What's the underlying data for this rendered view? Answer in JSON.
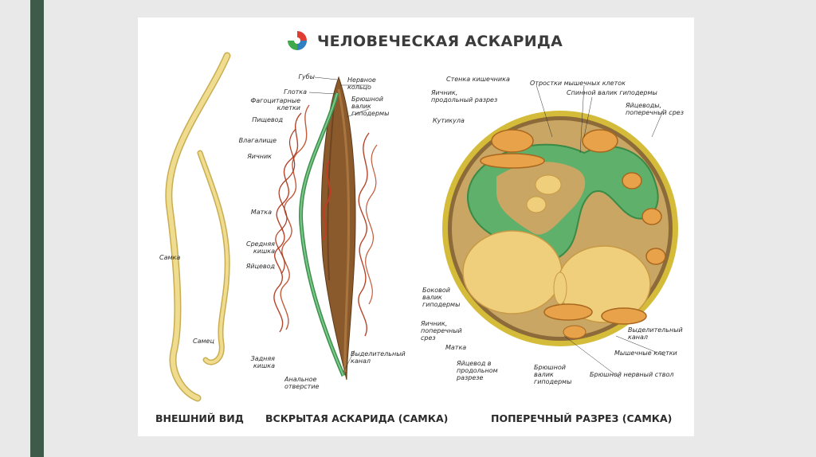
{
  "title": "ЧЕЛОВЕЧЕСКАЯ АСКАРИДА",
  "captions": {
    "external": "ВНЕШНИЙ ВИД",
    "opened": "ВСКРЫТАЯ АСКАРИДА (САМКА)",
    "cross": "ПОПЕРЕЧНЫЙ РАЗРЕЗ (САМКА)"
  },
  "labels_external": {
    "female": "Самка",
    "male": "Самец"
  },
  "labels_opened_left": {
    "lips": "Губы",
    "pharynx": "Глотка",
    "phagocytic": "Фагоцитарные\nклетки",
    "esophagus": "Пищевод",
    "vagina": "Влагалище",
    "ovary": "Яичник",
    "uterus": "Матка",
    "midgut": "Средняя\nкишка",
    "oviduct": "Яйцевод",
    "hindgut": "Задняя\nкишка",
    "anus": "Анальное\nотверстие"
  },
  "labels_opened_right": {
    "nerve_ring": "Нервное\nкольцо",
    "ventral_ridge": "Брюшной\nвалик\nгиподермы",
    "excretory": "Выделительный\nканал"
  },
  "labels_cross": {
    "gut_wall": "Стенка кишечника",
    "muscle_processes": "Отростки мышечных клеток",
    "dorsal_ridge": "Спинной валик гиподермы",
    "ovary_long": "Яичник,\nпродольный разрез",
    "cuticle": "Кутикула",
    "oviducts_cross": "Яйцеводы,\nпоперечный срез",
    "lateral_ridge": "Боковой\nвалик\nгиподермы",
    "ovary_cross": "Яичник,\nпоперечный\nсрез",
    "uterus": "Матка",
    "oviduct_long": "Яйцевод в\nпродольном\nразрезе",
    "ventral_ridge": "Брюшной\nвалик\nгиподермы",
    "ventral_nerve": "Брюшной нервный ствол",
    "excretory": "Выделительный\nканал",
    "muscle_cells": "Мышечные клетки"
  },
  "colors": {
    "sidebar": "#3e5a49",
    "worm_yellow": "#e8cf7a",
    "gut_green": "#4fa860",
    "tract_brown": "#8a5a2c",
    "gonad_red": "#b5442a",
    "section_rim": "#b9a233",
    "body_cavity": "#c9a663"
  }
}
